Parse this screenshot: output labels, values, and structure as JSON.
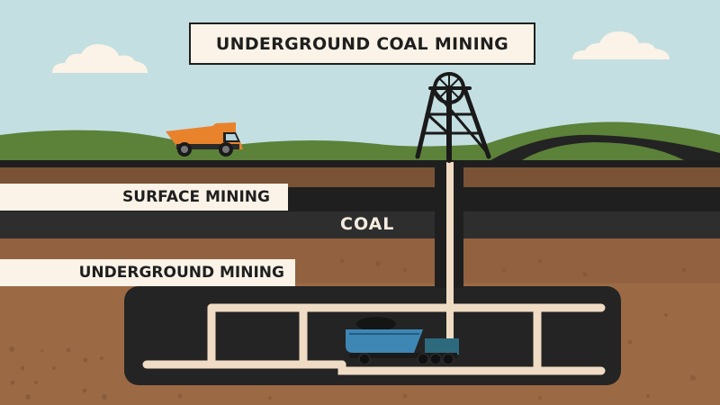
{
  "title": "UNDERGROUND COAL MINING",
  "labels": {
    "surface_mining": "SURFACE MINING",
    "coal": "COAL",
    "underground_mining": "UNDERGROUND MINING"
  },
  "colors": {
    "sky": "#c4dfe2",
    "grass": "#5c8139",
    "topsoil": "#7a5236",
    "rock_dark": "#1f1f1f",
    "coal_seam": "#2e2e2e",
    "subsoil": "#9b6a45",
    "tunnel": "#242424",
    "pipe": "#f0dcc4",
    "truck_orange": "#e8832c",
    "cart_blue": "#3e86b4",
    "cart_teal": "#2e6a7e",
    "label_bg": "#fbf3e7"
  },
  "icons": [
    "cloud-icon",
    "dump-truck-icon",
    "headframe-icon",
    "mine-cart-icon"
  ]
}
